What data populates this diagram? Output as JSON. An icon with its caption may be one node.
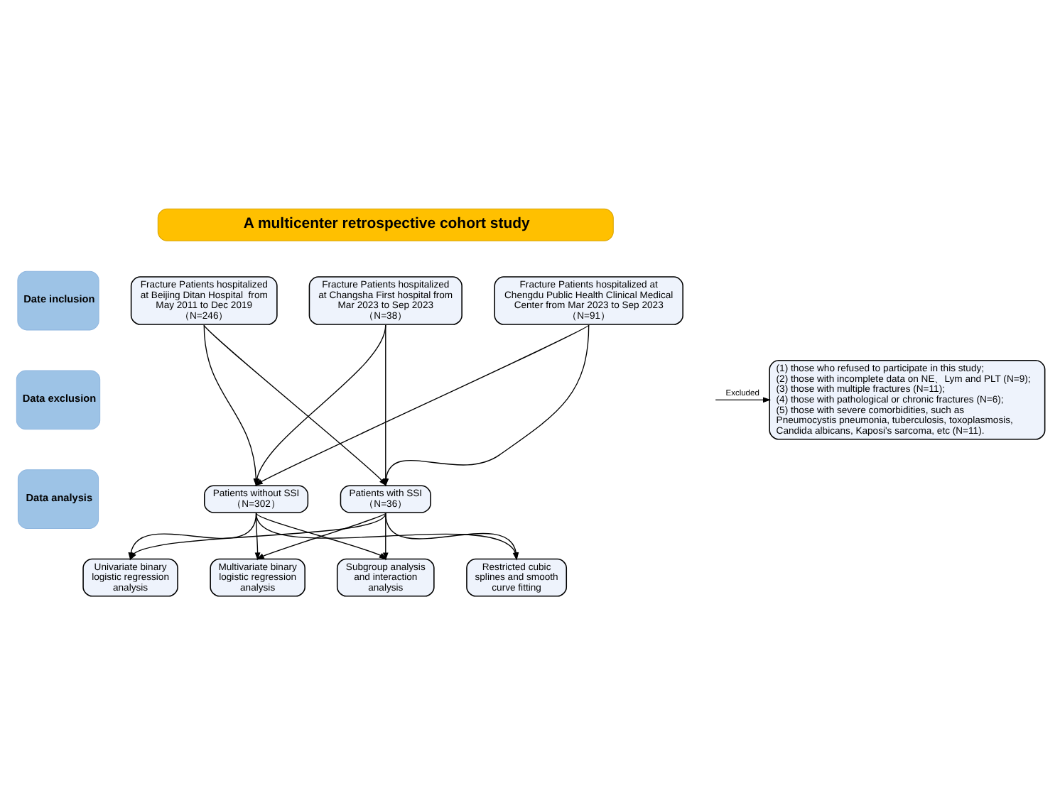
{
  "diagram": {
    "nodes": [
      {
        "text": [
          "A multicenter retrospective cohort study"
        ]
      },
      {
        "text": [
          "Date inclusion"
        ]
      },
      {
        "text": [
          "Fracture Patients hospitalized at Beijing Ditan Hospital  from May 2011 to Dec 2019",
          "（N=246）"
        ]
      },
      {
        "text": [
          "Fracture Patients hospitalized at Changsha First hospital from Mar 2023 to Sep 2023",
          "（N=38）"
        ]
      },
      {
        "text": [
          "Fracture Patients hospitalized at Chengdu Public Health Clinical Medical Center from Mar 2023 to Sep 2023",
          "（N=91）"
        ]
      },
      {
        "text": [
          "Data exclusion"
        ]
      },
      {
        "text": [
          "(1) those who refused to participate in this study;",
          "(2) those with incomplete data on NE、Lym and PLT (N=9);",
          "(3) those with multiple fractures (N=11);",
          "(4) those with pathological or chronic fractures (N=6);",
          "(5) those with severe comorbidities, such as Pneumocystis pneumonia, tuberculosis, toxoplasmosis, Candida albicans, Kaposi's sarcoma, etc (N=11)."
        ]
      },
      {
        "text": [
          "Data analysis"
        ]
      },
      {
        "text": [
          "Patients without SSI",
          "（N=302）"
        ]
      },
      {
        "text": [
          "Patients with SSI",
          "（N=36）"
        ]
      },
      {
        "text": [
          "Univariate binary logistic regression analysis"
        ]
      },
      {
        "text": [
          "Multivariate binary logistic regression analysis"
        ]
      },
      {
        "text": [
          "Subgroup analysis and interaction analysis"
        ]
      },
      {
        "text": [
          "Restricted cubic splines and smooth curve fitting"
        ]
      }
    ],
    "edges": [
      {
        "from": 2,
        "to": 8,
        "arrow": "to"
      },
      {
        "from": 2,
        "to": 9,
        "arrow": "to"
      },
      {
        "from": 3,
        "to": 8,
        "arrow": "to"
      },
      {
        "from": 3,
        "to": 9,
        "arrow": "to"
      },
      {
        "from": 4,
        "to": 8,
        "arrow": "to"
      },
      {
        "from": 4,
        "to": 9,
        "arrow": "to"
      },
      {
        "from": null,
        "to": 6,
        "arrow": "to",
        "label": "Excluded"
      },
      {
        "from": 8,
        "to": 10,
        "arrow": "to"
      },
      {
        "from": 8,
        "to": 11,
        "arrow": "to"
      },
      {
        "from": 8,
        "to": 12,
        "arrow": "to"
      },
      {
        "from": 8,
        "to": 13,
        "arrow": "to"
      },
      {
        "from": 9,
        "to": 10,
        "arrow": "to"
      },
      {
        "from": 9,
        "to": 11,
        "arrow": "to"
      },
      {
        "from": 9,
        "to": 12,
        "arrow": "to"
      },
      {
        "from": 9,
        "to": 13,
        "arrow": "to"
      }
    ]
  }
}
